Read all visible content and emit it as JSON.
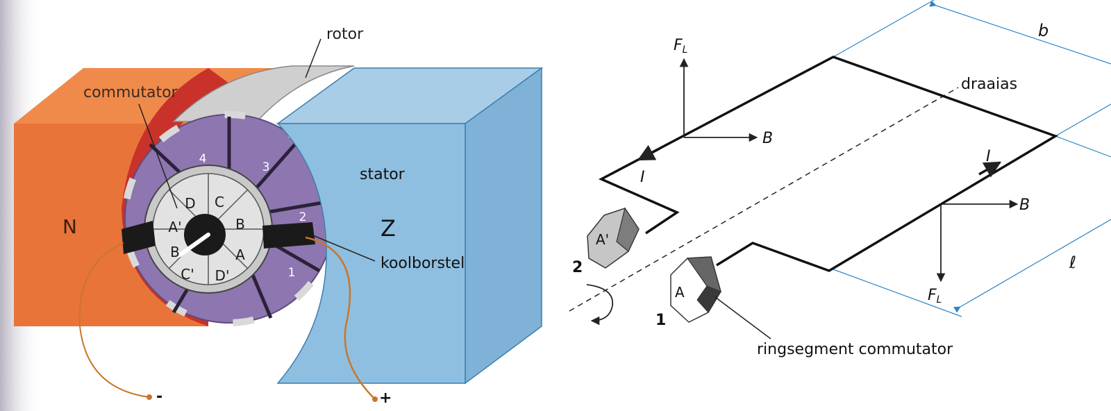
{
  "motor": {
    "rotor_label": "rotor",
    "commutator_label": "commutator",
    "stator_label": "stator",
    "north_pole": "N",
    "south_pole": "Z",
    "brush_label": "koolborstel",
    "minus_terminal": "-",
    "plus_terminal": "+",
    "segments": [
      "D",
      "C",
      "B",
      "A",
      "D'",
      "C'",
      "B",
      "A'"
    ],
    "coil_numbers": [
      "4",
      "3",
      "2",
      "1"
    ],
    "colors": {
      "magnet_orange": "#e8743a",
      "magnet_red": "#c8322a",
      "stator_blue": "#86b8d8",
      "rotor_purple": "#8e76b0",
      "wire": "#c9762a"
    }
  },
  "coil": {
    "force_symbol": "F",
    "force_subscript": "L",
    "field_symbol": "B",
    "current_symbol": "I",
    "axis_label": "draaias",
    "width_symbol": "b",
    "length_symbol": "ℓ",
    "segment_a_prime": "A'",
    "segment_a": "A",
    "number_2": "2",
    "number_1": "1",
    "commutator_caption": "ringsegment commutator",
    "colors": {
      "dimension_line": "#2f86c6"
    }
  }
}
